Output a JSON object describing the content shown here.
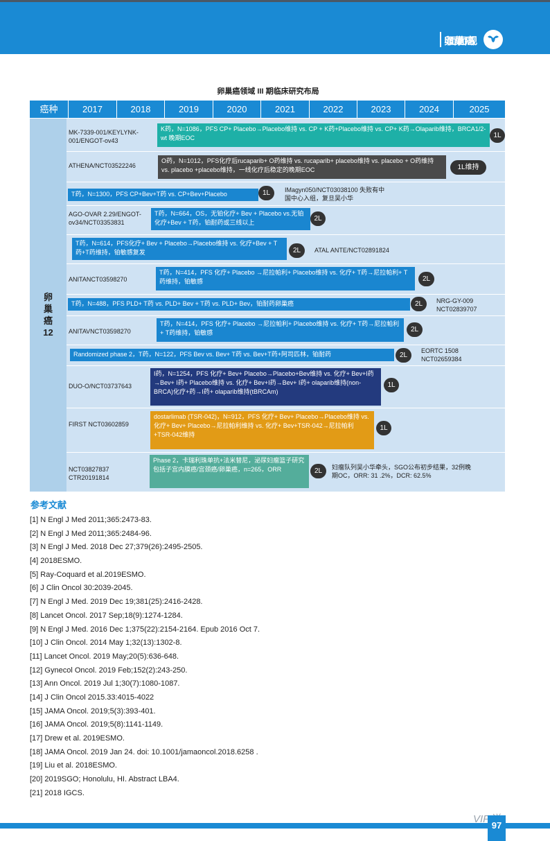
{
  "header": {
    "title": "卵巢癌",
    "subtitle": "面面观",
    "logo": "uterus-icon"
  },
  "chart_title": "卵巢癌领域 III 期临床研究布局",
  "table_header": {
    "col0": "癌种",
    "years": [
      "2017",
      "2018",
      "2019",
      "2020",
      "2021",
      "2022",
      "2023",
      "2024",
      "2025"
    ]
  },
  "sidebar_label": [
    "卵",
    "巢",
    "癌",
    "12"
  ],
  "trials": [
    {
      "label": "MK-7339-001/KEYLYNK-001/ENGOT-ov43",
      "bar_text": "K药，N=1086，PFS  CP+ Placebo→Placebo维持 vs. CP + K药+Placebo维持 vs. CP+ K药→Olaparib维持，BRCA1/2-wt 晚期EOC",
      "badge": "1L",
      "color": "teal"
    },
    {
      "label": "ATHENA/NCT03522246",
      "bar_text": "O药，N=1012，PFS化疗后rucaparib+ O药维持 vs. rucaparib+ placebo维持 vs. placebo + O药维持 vs. placebo +placebo维持，一线化疗后稳定的晚期EOC",
      "badge": "1L维持",
      "color": "dark"
    },
    {
      "label": "",
      "bar_text": "T药，N=1300，PFS  CP+Bev+T药 vs. CP+Bev+Placebo",
      "badge": "1L",
      "note": "IMagyn050/NCT03038100 失败有中国中心入组，复旦吴小华",
      "color": "blue"
    },
    {
      "label": "AGO-OVAR 2.29/ENGOT-ov34/NCT03353831",
      "bar_text": "T药，N=664，OS，无铂化疗+ Bev + Placebo vs.无铂化疗+Bev + T药，铂耐药或三线以上",
      "badge": "2L",
      "color": "blue"
    },
    {
      "label": "",
      "bar_text": "T药，N=614，PFS化疗+ Bev + Placebo→Placebo维持 vs. 化疗+Bev + T药+T药维持，铂敏感复发",
      "badge": "2L",
      "note": "ATAL ANTE/NCT02891824",
      "color": "blue"
    },
    {
      "label": "ANITANCT03598270",
      "bar_text": "T药，N=414，PFS  化疗+ Placebo →尼拉帕利+ Placebo维持 vs. 化疗+ T药→尼拉帕利+ T药维持，铂敏感",
      "badge": "2L",
      "color": "blue"
    },
    {
      "label": "",
      "bar_text": "T药，N=488，PFS  PLD+ T药 vs. PLD+ Bev + T药 vs. PLD+ Bev，铂耐药卵巢癌",
      "badge": "2L",
      "note": "NRG-GY-009 NCT02839707",
      "color": "blue"
    },
    {
      "label": "ANITAVNCT03598270",
      "bar_text": "T药，N=414，PFS  化疗+ Placebo →尼拉帕利+ Placebo维持 vs. 化疗+ T药→尼拉帕利+ T药维持，铂敏感",
      "badge": "2L",
      "color": "blue"
    },
    {
      "label": "",
      "bar_text": "Randomized phase 2，T药，N=122，PFS Bev vs. Bev+ T药 vs. Bev+T药+阿司匹林，铂耐药",
      "badge": "2L",
      "note": "EORTC 1508 NCT02659384",
      "color": "blue"
    },
    {
      "label": "DUO-O/NCT03737643",
      "bar_text": "I药，N=1254，PFS  化疗+ Bev+ Placebo→Placebo+Bev维持 vs. 化疗+ Bev+I药→Bev+ I药+ Placebo维持 vs. 化疗+ Bev+I药→Bev+ I药+ olaparib维持(non-BRCA)化疗+药→I药+ olaparib维持(tBRCAm)",
      "badge": "1L",
      "color": "navy"
    },
    {
      "label": "FIRST NCT03602859",
      "bar_text": "dostarlimab (TSR-042)，N=912，PFS  化疗+ Bev+ Placebo→Placebo维持 vs. 化疗+ Bev+ Placebo→尼拉帕利维持 vs. 化疗+ Bev+TSR-042→尼拉帕利+TSR-042维持",
      "badge": "1L",
      "color": "gold"
    },
    {
      "label": "NCT03827837 CTR20191814",
      "bar_text": "Phase 2，卡瑞利珠单抗+法米替尼，泌尿妇瘤篮子研究包括子宫内膜癌/宫颈癌/卵巢癌，n=265，ORR",
      "badge": "2L",
      "note": "妇瘤队列吴小华牵头，SGO公布初步结果，32例晚期OC，ORR: 31 .2%，DCR: 62.5%",
      "color": "sage"
    }
  ],
  "references_title": "参考文献",
  "references": [
    "[1] N Engl J Med 2011;365:2473-83.",
    "[2] N Engl J Med 2011;365:2484-96.",
    "[3] N Engl J Med. 2018 Dec 27;379(26):2495-2505.",
    "[4] 2018ESMO.",
    "[5] Ray-Coquard et al.2019ESMO.",
    "[6] J Clin Oncol 30:2039-2045.",
    "[7] N Engl J Med. 2019 Dec 19;381(25):2416-2428.",
    "[8] Lancet Oncol. 2017 Sep;18(9):1274-1284.",
    "[9] N Engl J Med. 2016 Dec 1;375(22):2154-2164. Epub 2016 Oct 7.",
    "[10] J Clin Oncol. 2014 May 1;32(13):1302-8.",
    "[11] Lancet Oncol. 2019 May;20(5):636-648.",
    "[12] Gynecol Oncol. 2019 Feb;152(2):243-250.",
    "[13] Ann Oncol. 2019 Jul 1;30(7):1080-1087.",
    "[14] J Clin Oncol 2015.33:4015-4022",
    "[15] JAMA Oncol. 2019;5(3):393-401.",
    "[16] JAMA Oncol. 2019;5(8):1141-1149.",
    "[17] Drew et al. 2019ESMO.",
    "[18] JAMA Oncol. 2019 Jan 24. doi: 10.1001/jamaoncol.2018.6258 .",
    "[19] Liu et al. 2018ESMO.",
    "[20] 2019SGO; Honolulu, HI. Abstract LBA4.",
    "[21] 2018 IGCS."
  ],
  "page_number": "97",
  "watermark": "VIP说"
}
